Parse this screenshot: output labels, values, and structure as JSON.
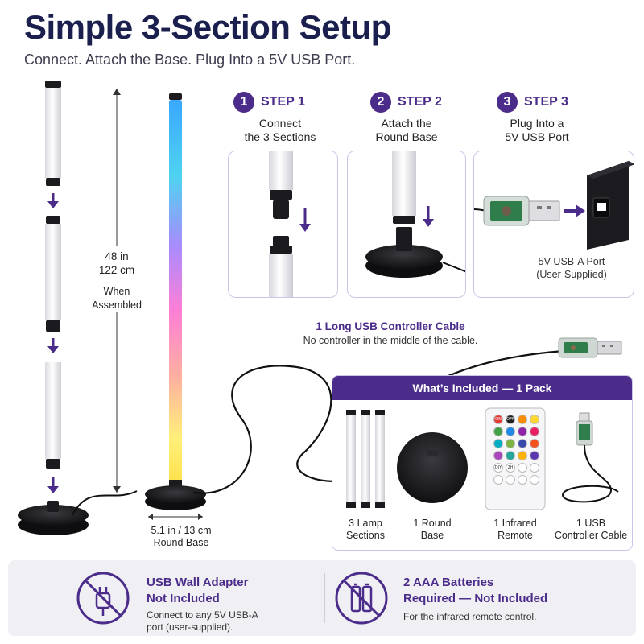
{
  "title": "Simple 3-Section Setup",
  "subtitle": "Connect. Attach the Base. Plug Into a 5V USB Port.",
  "steps": [
    {
      "number": "1",
      "label": "STEP 1",
      "desc_line1": "Connect",
      "desc_line2": "the 3 Sections"
    },
    {
      "number": "2",
      "label": "STEP 2",
      "desc_line1": "Attach the",
      "desc_line2": "Round Base"
    },
    {
      "number": "3",
      "label": "STEP 3",
      "desc_line1": "Plug Into a",
      "desc_line2": "5V USB Port"
    }
  ],
  "port_caption": {
    "line1": "5V USB-A Port",
    "line2": "(User-Supplied)"
  },
  "height_label": {
    "in": "48 in",
    "cm": "122 cm",
    "when1": "When",
    "when2": "Assembled"
  },
  "base_caption": {
    "line1": "5.1 in / 13 cm",
    "line2": "Round Base"
  },
  "cable": {
    "title": "1 Long USB Controller Cable",
    "subtitle": "No controller in the middle of the cable."
  },
  "included": {
    "header": "What’s Included — 1 Pack",
    "items": [
      {
        "line1": "3 Lamp",
        "line2": "Sections"
      },
      {
        "line1": "1 Round",
        "line2": "Base"
      },
      {
        "line1": "1 Infrared",
        "line2": "Remote"
      },
      {
        "line1": "1 USB",
        "line2": "Controller Cable"
      }
    ]
  },
  "remote_buttons": [
    "ON",
    "OFF",
    "",
    "",
    "",
    "",
    "",
    "",
    "",
    "",
    "",
    "",
    "",
    "",
    "",
    "",
    "DIY",
    "2H",
    "",
    "",
    "",
    "",
    "",
    ""
  ],
  "notices": [
    {
      "title1": "USB Wall Adapter",
      "title2": "Not Included",
      "body1": "Connect to any 5V USB-A",
      "body2": "port (user-supplied).",
      "icon": "no-plug-icon"
    },
    {
      "title1": "2 AAA Batteries",
      "title2": "Required — Not Included",
      "body1": "For the infrared remote control.",
      "icon": "no-battery-icon"
    }
  ],
  "colors": {
    "accent": "#4b2c8a",
    "title": "#1a1f4d",
    "panel": "#efeff4",
    "border": "#cfc4e8"
  }
}
